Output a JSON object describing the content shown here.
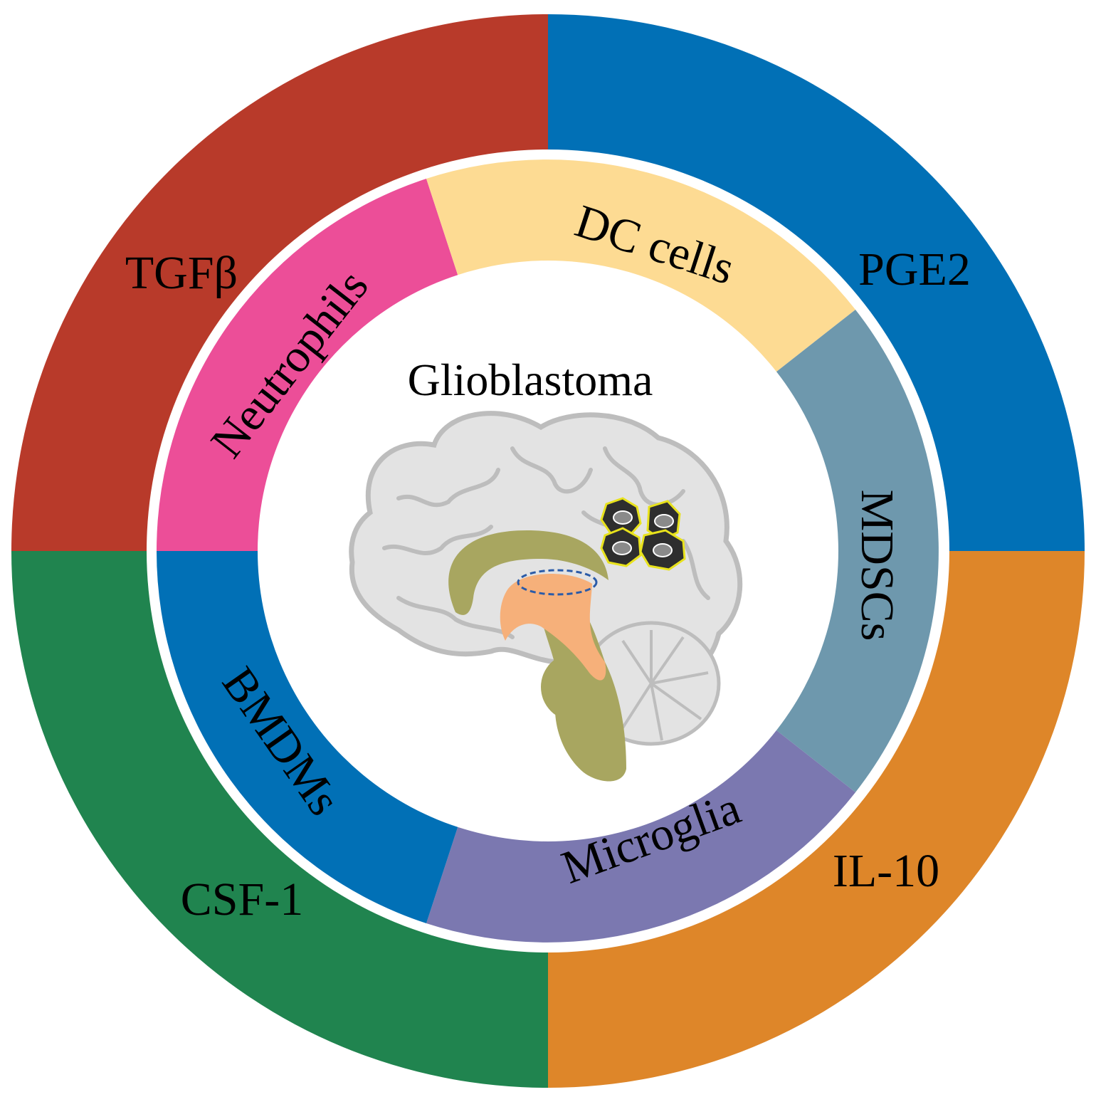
{
  "center": {
    "title": "Glioblastoma"
  },
  "outer_ring": [
    {
      "label": "TGFβ",
      "color": "#B83A2A"
    },
    {
      "label": "PGE2",
      "color": "#0170B6"
    },
    {
      "label": "IL-10",
      "color": "#DE8629"
    },
    {
      "label": "CSF-1",
      "color": "#20844F"
    }
  ],
  "inner_ring": [
    {
      "label": "Neutrophils",
      "color": "#EC4E98"
    },
    {
      "label": "DC cells",
      "color": "#FDDB93"
    },
    {
      "label": "MDSCs",
      "color": "#6E98AD"
    },
    {
      "label": "Microglia",
      "color": "#7B78B0"
    },
    {
      "label": "BMDMs",
      "color": "#0170B6"
    }
  ],
  "illustration": {
    "icon": "brain-sagittal-icon",
    "colors": {
      "cortex_fill": "#E3E3E3",
      "cortex_stroke": "#BDBDBD",
      "brainstem": "#A8A660",
      "thalamus": "#F6B07A",
      "tumor_fill": "#2E2E2E",
      "tumor_outline": "#E8E21C"
    }
  }
}
